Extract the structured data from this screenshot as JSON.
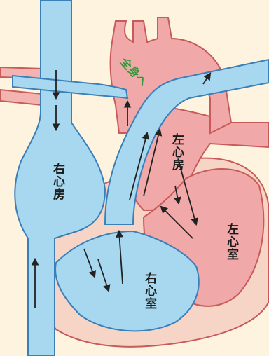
{
  "labels": {
    "right_atrium": "右心房",
    "right_ventricle": "右心室",
    "left_atrium": "左心房",
    "left_ventricle": "左心室",
    "to_body": "全身へ"
  },
  "colors": {
    "background": "#fdf3de",
    "oxygen_poor_blood": "#a8d8f0",
    "oxygen_poor_outline": "#3a7fb8",
    "oxygen_rich_blood": "#f0a8a8",
    "oxygen_rich_outline": "#c85a5a",
    "heart_wall": "#f6d4c6",
    "arrow": "#222222",
    "to_body_text": "#2f9a3c"
  }
}
